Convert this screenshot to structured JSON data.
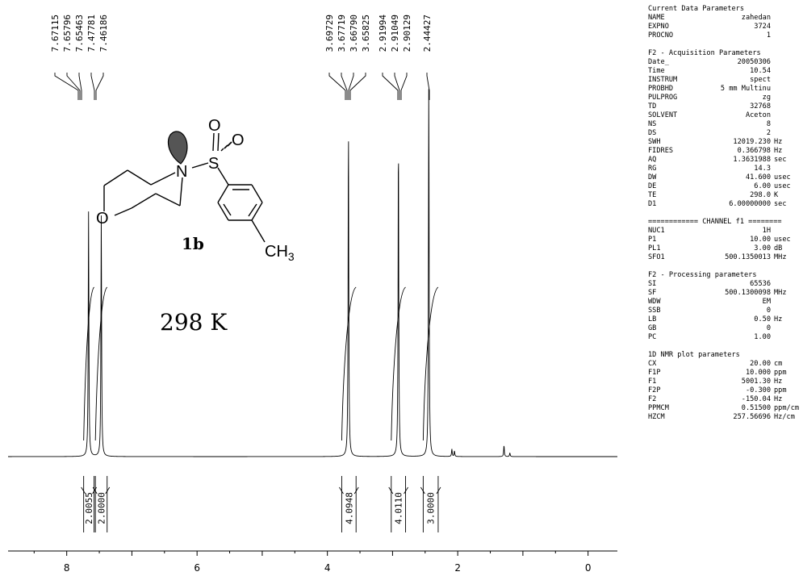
{
  "chart_data": {
    "type": "line",
    "xlabel": "",
    "ylabel": "",
    "xlim": [
      8.9,
      -0.45
    ],
    "x_ticks": [
      8,
      6,
      4,
      2,
      0
    ],
    "peak_labels": [
      "7.67115",
      "7.65796",
      "7.65463",
      "7.47781",
      "7.46186",
      "3.69729",
      "3.67719",
      "3.66790",
      "3.65825",
      "2.91994",
      "2.91049",
      "2.90129",
      "2.44427"
    ],
    "peaks": [
      {
        "x": 7.665,
        "height": 0.66
      },
      {
        "x": 7.47,
        "height": 0.65
      },
      {
        "x": 3.677,
        "height": 0.89
      },
      {
        "x": 2.91,
        "height": 0.86
      },
      {
        "x": 2.444,
        "height": 1.0
      },
      {
        "x": 2.09,
        "height": 0.02
      },
      {
        "x": 2.05,
        "height": 0.015
      },
      {
        "x": 1.29,
        "height": 0.03
      },
      {
        "x": 1.2,
        "height": 0.01
      }
    ],
    "integrals": [
      {
        "from": 7.74,
        "to": 7.58,
        "label": "2.0055"
      },
      {
        "from": 7.56,
        "to": 7.38,
        "label": "2.0000"
      },
      {
        "from": 3.78,
        "to": 3.56,
        "label": "4.0948"
      },
      {
        "from": 3.02,
        "to": 2.8,
        "label": "4.0110"
      },
      {
        "from": 2.53,
        "to": 2.3,
        "label": "3.0000"
      }
    ]
  },
  "molecule": {
    "atoms": [
      "N",
      "S",
      "O",
      "O",
      "O",
      "CH3"
    ],
    "label": "1b"
  },
  "temperature_label": "298 K",
  "params": {
    "current": {
      "title": "Current Data Parameters",
      "rows": [
        {
          "k": "NAME",
          "v": "zahedan",
          "u": ""
        },
        {
          "k": "EXPNO",
          "v": "3724",
          "u": ""
        },
        {
          "k": "PROCNO",
          "v": "1",
          "u": ""
        }
      ]
    },
    "acq": {
      "title": "F2 - Acquisition Parameters",
      "rows": [
        {
          "k": "Date_",
          "v": "20050306",
          "u": ""
        },
        {
          "k": "Time",
          "v": "10.54",
          "u": ""
        },
        {
          "k": "INSTRUM",
          "v": "spect",
          "u": ""
        },
        {
          "k": "PROBHD",
          "v": "5 mm Multinu",
          "u": ""
        },
        {
          "k": "PULPROG",
          "v": "zg",
          "u": ""
        },
        {
          "k": "TD",
          "v": "32768",
          "u": ""
        },
        {
          "k": "SOLVENT",
          "v": "Aceton",
          "u": ""
        },
        {
          "k": "NS",
          "v": "8",
          "u": ""
        },
        {
          "k": "DS",
          "v": "2",
          "u": ""
        },
        {
          "k": "SWH",
          "v": "12019.230",
          "u": "Hz"
        },
        {
          "k": "FIDRES",
          "v": "0.366798",
          "u": "Hz"
        },
        {
          "k": "AQ",
          "v": "1.3631988",
          "u": "sec"
        },
        {
          "k": "RG",
          "v": "14.3",
          "u": ""
        },
        {
          "k": "DW",
          "v": "41.600",
          "u": "usec"
        },
        {
          "k": "DE",
          "v": "6.00",
          "u": "usec"
        },
        {
          "k": "TE",
          "v": "298.0",
          "u": "K"
        },
        {
          "k": "D1",
          "v": "6.00000000",
          "u": "sec"
        }
      ]
    },
    "channel": {
      "title": "============ CHANNEL f1 ========",
      "rows": [
        {
          "k": "NUC1",
          "v": "1H",
          "u": ""
        },
        {
          "k": "P1",
          "v": "10.00",
          "u": "usec"
        },
        {
          "k": "PL1",
          "v": "3.00",
          "u": "dB"
        },
        {
          "k": "SFO1",
          "v": "500.1350013",
          "u": "MHz"
        }
      ]
    },
    "proc": {
      "title": "F2 - Processing parameters",
      "rows": [
        {
          "k": "SI",
          "v": "65536",
          "u": ""
        },
        {
          "k": "SF",
          "v": "500.1300098",
          "u": "MHz"
        },
        {
          "k": "WDW",
          "v": "EM",
          "u": ""
        },
        {
          "k": "SSB",
          "v": "0",
          "u": ""
        },
        {
          "k": "LB",
          "v": "0.50",
          "u": "Hz"
        },
        {
          "k": "GB",
          "v": "0",
          "u": ""
        },
        {
          "k": "PC",
          "v": "1.00",
          "u": ""
        }
      ]
    },
    "plot": {
      "title": "1D NMR plot parameters",
      "rows": [
        {
          "k": "CX",
          "v": "20.00",
          "u": "cm"
        },
        {
          "k": "F1P",
          "v": "10.000",
          "u": "ppm"
        },
        {
          "k": "F1",
          "v": "5001.30",
          "u": "Hz"
        },
        {
          "k": "F2P",
          "v": "-0.300",
          "u": "ppm"
        },
        {
          "k": "F2",
          "v": "-150.04",
          "u": "Hz"
        },
        {
          "k": "PPMCM",
          "v": "0.51500",
          "u": "ppm/cm"
        },
        {
          "k": "HZCM",
          "v": "257.56696",
          "u": "Hz/cm"
        }
      ]
    }
  }
}
